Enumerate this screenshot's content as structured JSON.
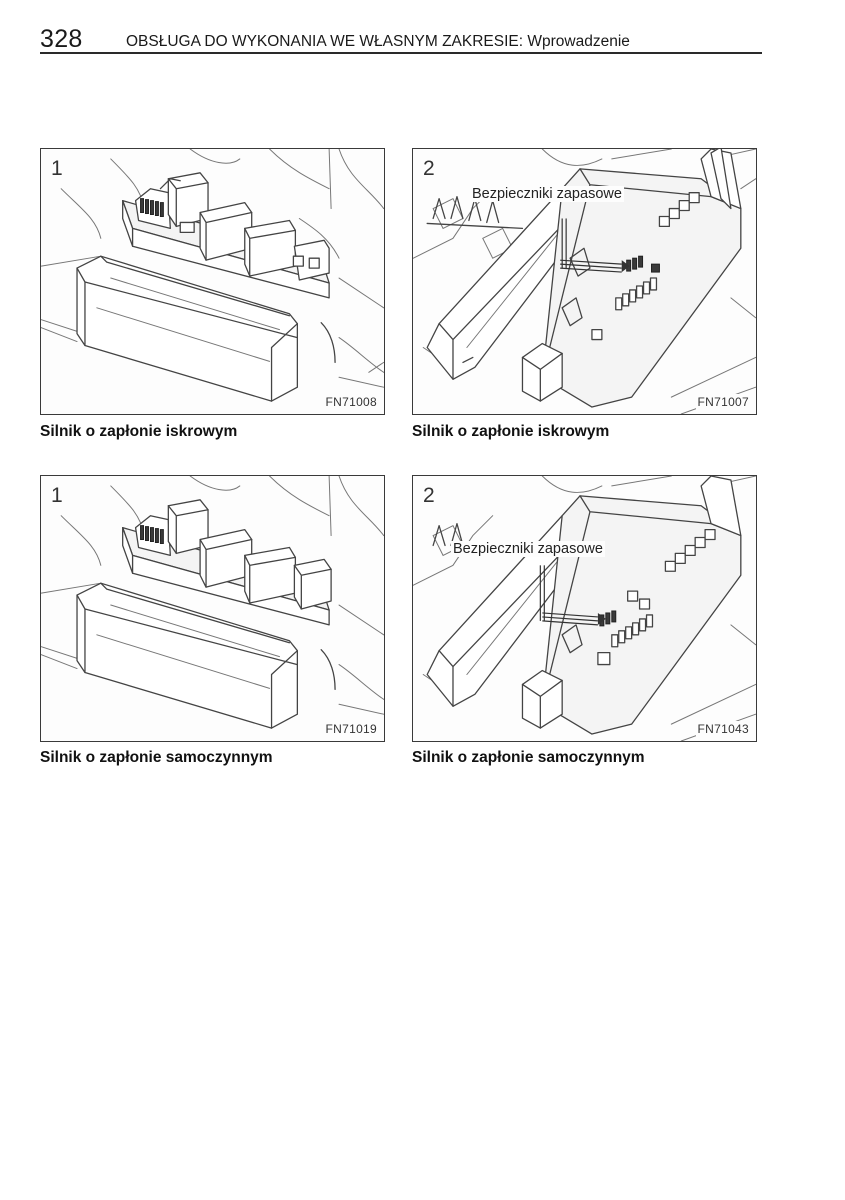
{
  "header": {
    "page_number": "328",
    "title": "OBSŁUGA DO WYKONANIA WE WŁASNYM ZAKRESIE: Wprowadzenie"
  },
  "figures": [
    {
      "number": "1",
      "code": "FN71008",
      "caption": "Silnik o zapłonie iskrowym"
    },
    {
      "number": "2",
      "code": "FN71007",
      "caption": "Silnik o zapłonie iskrowym",
      "label": "Bezpieczniki zapasowe"
    },
    {
      "number": "1",
      "code": "FN71019",
      "caption": "Silnik o zapłonie samoczynnym"
    },
    {
      "number": "2",
      "code": "FN71043",
      "caption": "Silnik o zapłonie samoczynnym",
      "label": "Bezpieczniki zapasowe"
    }
  ]
}
